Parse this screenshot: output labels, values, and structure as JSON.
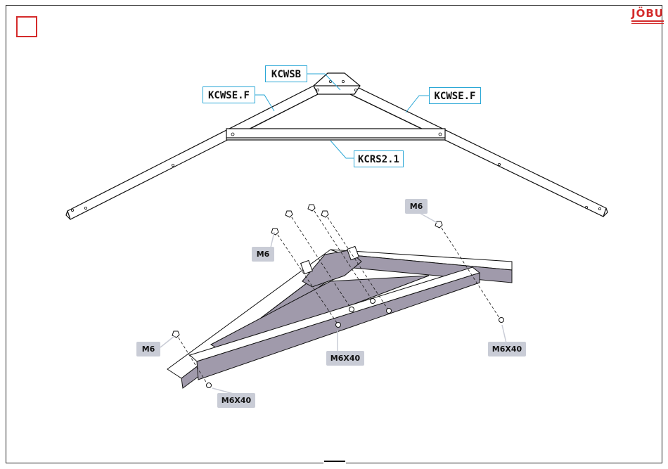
{
  "logo": {
    "text": "JÖBU"
  },
  "parts": {
    "ridge": "KCWSB",
    "rafter_left": "KCWSE.F",
    "rafter_right": "KCWSE.F",
    "tie": "KCRS2.1"
  },
  "hardware": {
    "nut_top_left": "M6",
    "nut_top_right": "M6",
    "nut_left": "M6",
    "bolt_center": "M6X40",
    "bolt_right": "M6X40",
    "bolt_left": "M6X40"
  },
  "colors": {
    "frame_red": "#d42b2b",
    "label_border": "#2aa7d6",
    "hardware_label_bg": "#c9ccd6",
    "beam_face": "#a09aab",
    "beam_top": "#ffffff"
  }
}
